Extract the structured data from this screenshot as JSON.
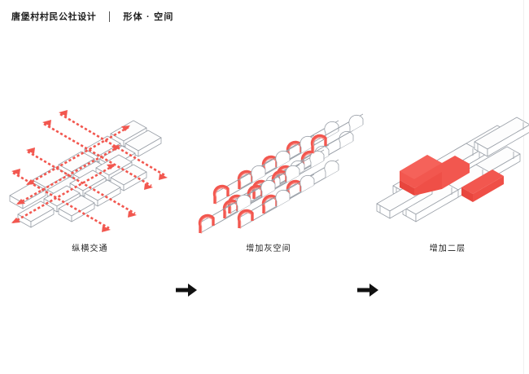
{
  "header": {
    "title": "唐堡村村民公社设计",
    "divider": "|",
    "subtitle": "形体 · 空间"
  },
  "colors": {
    "accent_red": "#F2574F",
    "accent_red_dark": "#E8463E",
    "outline_gray": "#9AA0A8",
    "arrow_black": "#111111",
    "page_background": "#FFFFFF",
    "text": "#1D1D1D"
  },
  "panels": [
    {
      "id": "panel-1",
      "caption": "纵横交通",
      "diagram_type": "axonometric-massing-grid-with-circulation-arrows",
      "description": "Grid of white isometric bar volumes overlaid with red dashed double-headed circulation arrows running in two diagonal directions",
      "volume_count": 16,
      "arrow_count": 8,
      "arrow_style": "dashed double-headed"
    },
    {
      "id": "panel-2",
      "caption": "增加灰空间",
      "diagram_type": "axonometric-massing-with-vaulted-gray-space",
      "description": "Same bar volumes capped with red barrel-vault arch roofs creating covered in-between gray space",
      "volume_count": 16,
      "vault_count": 16
    },
    {
      "id": "panel-3",
      "caption": "增加二层",
      "diagram_type": "axonometric-massing-with-second-floor",
      "description": "White base bars with solid red second-storey volumes added on top: one S/Z shaped mass and one straight bar",
      "volume_count": 8,
      "second_floor_masses": 2
    }
  ],
  "connectors": [
    {
      "id": "connector-1",
      "icon": "arrow-right-icon",
      "between": [
        "panel-1",
        "panel-2"
      ]
    },
    {
      "id": "connector-2",
      "icon": "arrow-right-icon",
      "between": [
        "panel-2",
        "panel-3"
      ]
    }
  ]
}
